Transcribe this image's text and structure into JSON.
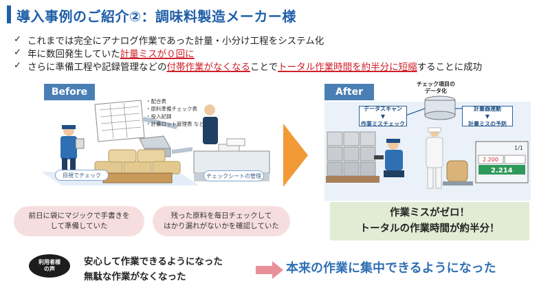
{
  "header": {
    "title": "導入事例のご紹介②：調味料製造メーカー様"
  },
  "bullets": [
    {
      "parts": [
        {
          "text": "これまでは完全にアナログ作業であった計量・小分け工程をシステム化",
          "red": false
        }
      ]
    },
    {
      "parts": [
        {
          "text": "年に数回発生していた",
          "red": false
        },
        {
          "text": "計量ミスが０回に",
          "red": true
        }
      ]
    },
    {
      "parts": [
        {
          "text": "さらに準備工程や記録管理などの",
          "red": false
        },
        {
          "text": "付帯作業がなくなる",
          "red": true
        },
        {
          "text": "ことで",
          "red": false
        },
        {
          "text": "トータル作業時間を約半分に短縮",
          "red": true
        },
        {
          "text": "することに成功",
          "red": false
        }
      ]
    }
  ],
  "before": {
    "tag": "Before",
    "checklist": [
      "配合表",
      "原料準備チェック表",
      "投入記録",
      "計量ロット管理表 など"
    ],
    "label_visual_check": "目視でチェック",
    "label_sheet_mgmt": "チェックシートの管理",
    "bubble_left": [
      "前日に袋にマジックで手書きを",
      "して準備していた"
    ],
    "bubble_right": [
      "残った原料を毎日チェックして",
      "はかり漏れがないかを確認していた"
    ]
  },
  "after": {
    "tag": "After",
    "data_label": [
      "チェック項目の",
      "データ化"
    ],
    "callout_left": [
      "データスキャン",
      "▼",
      "作業ミスチェック"
    ],
    "callout_right": [
      "計量器連動",
      "▼",
      "計量ミスの予防"
    ],
    "screen_values": [
      "1/1",
      "2.200",
      "2.214"
    ],
    "result": [
      "作業ミスがゼロ！",
      "トータルの作業時間が約半分！"
    ]
  },
  "footer": {
    "badge": [
      "利用者様",
      "の声"
    ],
    "voice": [
      "安心して作業できるようになった",
      "無駄な作業がなくなった"
    ],
    "conclusion": "本来の作業に集中できるようになった"
  },
  "colors": {
    "accent": "#1f5fa8",
    "red": "#d0202a",
    "orange": "#f29a35",
    "pink": "#f7dede",
    "green": "#e2ecd4"
  }
}
